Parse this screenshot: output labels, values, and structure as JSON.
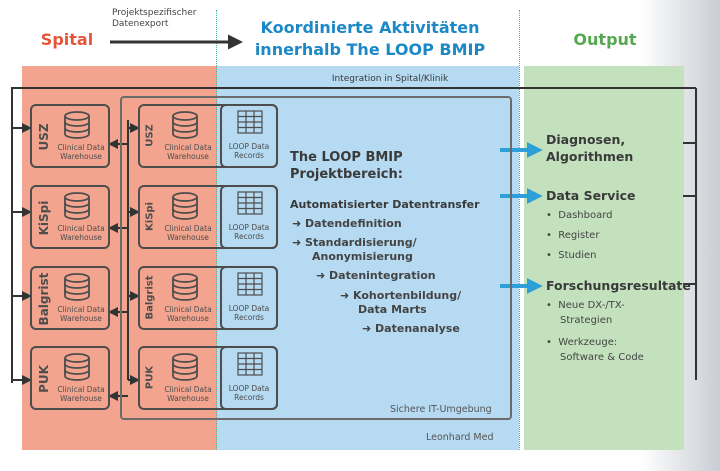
{
  "headers": {
    "spital": "Spital",
    "center_line1": "Koordinierte Aktivitäten",
    "center_line2": "innerhalb The LOOP BMIP",
    "output": "Output",
    "export_line1": "Projektspezifischer",
    "export_line2": "Datenexport"
  },
  "integration_label": "Integration in Spital/Klinik",
  "hospitals": [
    {
      "name": "USZ"
    },
    {
      "name": "KiSpi"
    },
    {
      "name": "Balgrist"
    },
    {
      "name": "PUK"
    }
  ],
  "warehouse_label_line1": "Clinical Data",
  "warehouse_label_line2": "Warehouse",
  "loop_label_line1": "LOOP Data",
  "loop_label_line2": "Records",
  "project": {
    "title_line1": "The LOOP BMIP",
    "title_line2": "Projektbereich:",
    "subtitle": "Automatisierter Datentransfer",
    "steps": [
      "Datendefinition",
      "Standardisierung/",
      "Anonymisierung",
      "Datenintegration",
      "Kohortenbildung/",
      "Data Marts",
      "Datenanalyse"
    ],
    "secure_env": "Sichere IT-Umgebung",
    "leonhard": "Leonhard Med"
  },
  "outputs": {
    "diag_line1": "Diagnosen,",
    "diag_line2": "Algorithmen",
    "service_title": "Data Service",
    "service_items": [
      "Dashboard",
      "Register",
      "Studien"
    ],
    "research_title": "Forschungsresultate",
    "research_items": [
      "Neue DX-/TX-",
      "Strategien",
      "Werkzeuge:",
      "Software & Code"
    ]
  },
  "colors": {
    "spital": "#f08870",
    "center": "#aed6f0",
    "output": "#b7dcb0",
    "blue_arrow": "#2e9fd8"
  }
}
